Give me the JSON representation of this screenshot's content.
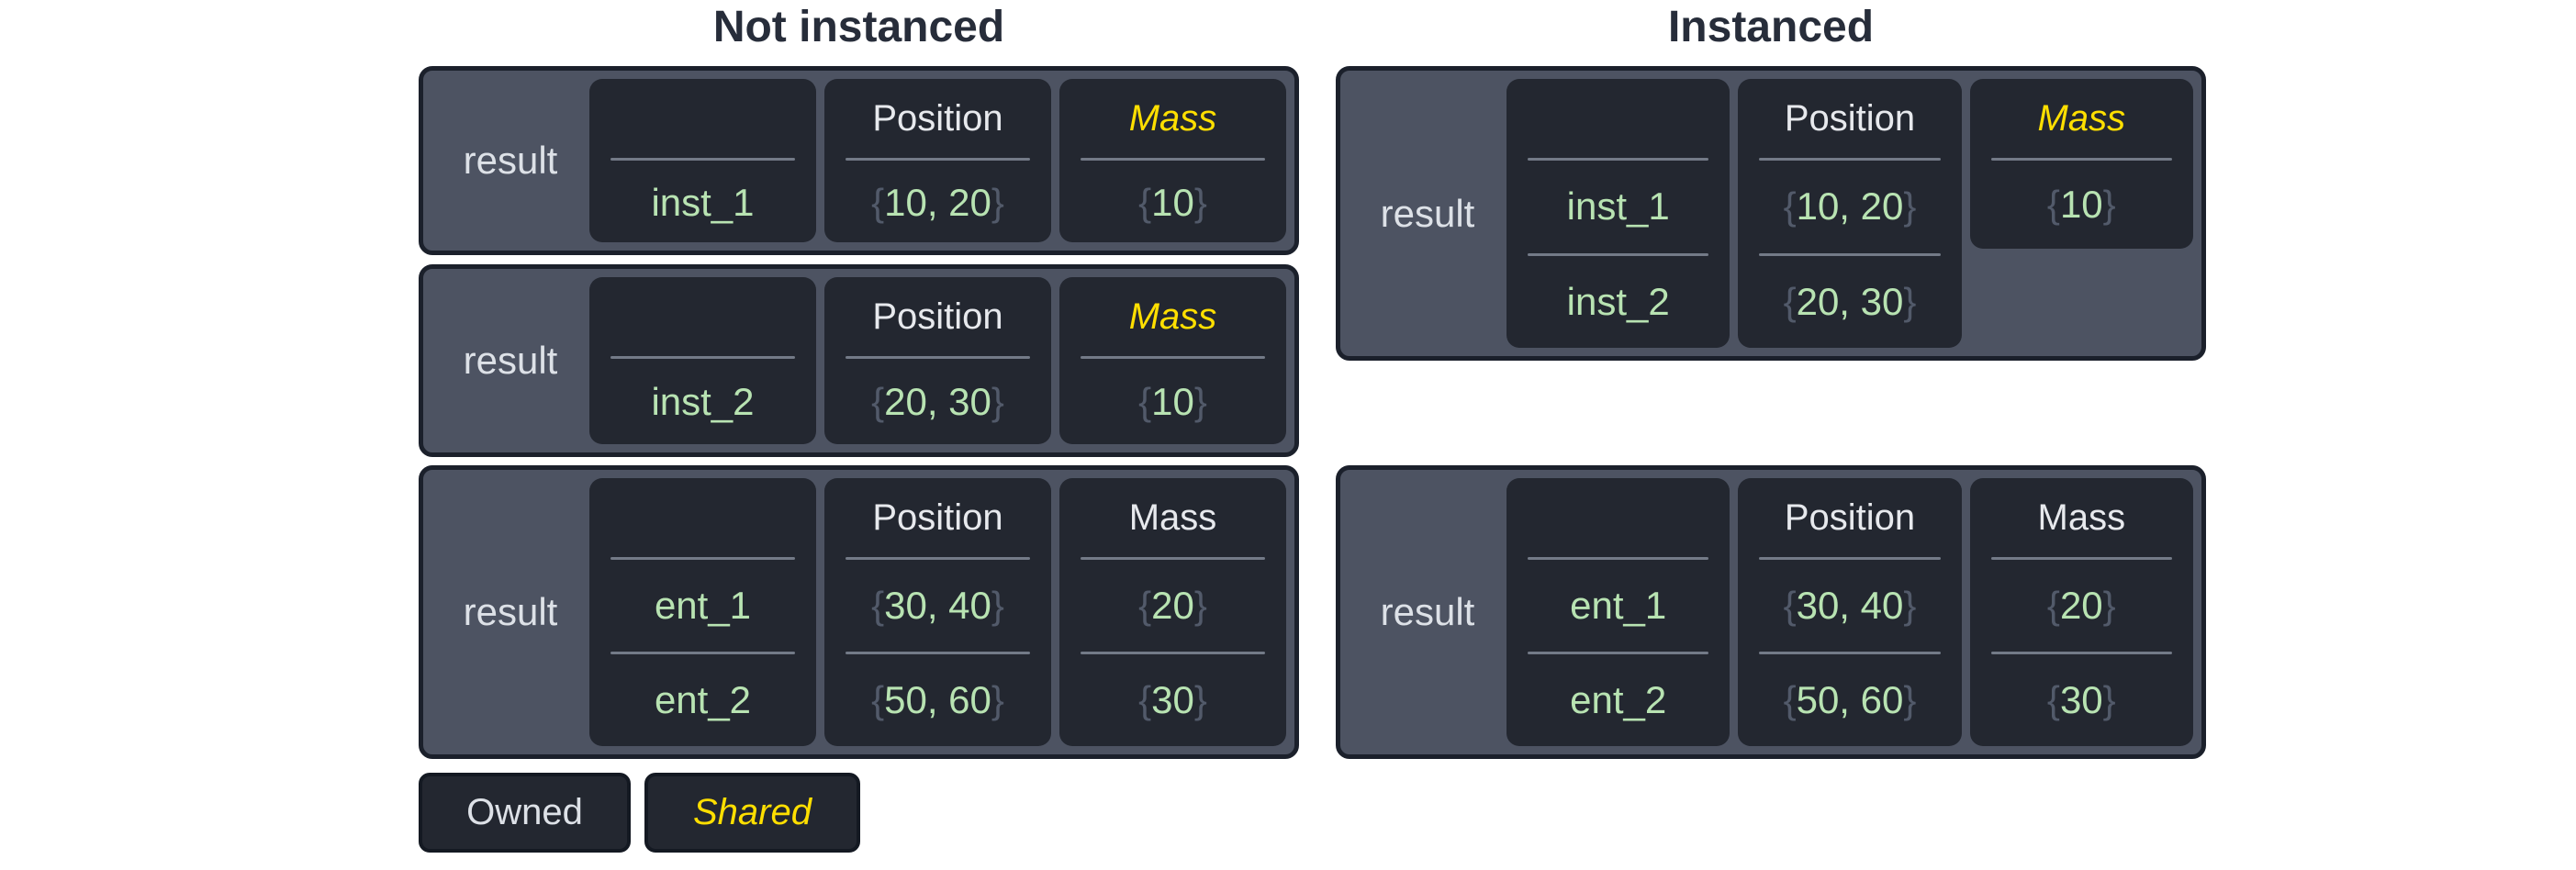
{
  "titles": {
    "not_instanced": "Not instanced",
    "instanced": "Instanced"
  },
  "legend": {
    "owned": "Owned",
    "shared": "Shared"
  },
  "colors": {
    "outer_box_fill": "#4d5362",
    "outer_box_border": "#1b202b",
    "cell_fill": "#232730",
    "value_green": "#b8e3b2",
    "brace_gray": "#525a6a",
    "header_white": "#e7e9ed",
    "shared_yellow": "#ffdf00",
    "result_text": "#dde1e7",
    "separator": "#737a87",
    "title_text": "#272d3a"
  },
  "boxes": [
    {
      "id": "not-instanced-1",
      "result": "result",
      "columns": [
        {
          "kind": "names",
          "header": "",
          "shared": false,
          "values": [
            "inst_1"
          ]
        },
        {
          "kind": "component",
          "header": "Position",
          "shared": false,
          "values": [
            [
              "10",
              "20"
            ]
          ]
        },
        {
          "kind": "component",
          "header": "Mass",
          "shared": true,
          "values": [
            [
              "10"
            ]
          ]
        }
      ]
    },
    {
      "id": "not-instanced-2",
      "result": "result",
      "columns": [
        {
          "kind": "names",
          "header": "",
          "shared": false,
          "values": [
            "inst_2"
          ]
        },
        {
          "kind": "component",
          "header": "Position",
          "shared": false,
          "values": [
            [
              "20",
              "30"
            ]
          ]
        },
        {
          "kind": "component",
          "header": "Mass",
          "shared": true,
          "values": [
            [
              "10"
            ]
          ]
        }
      ]
    },
    {
      "id": "not-instanced-3",
      "result": "result",
      "columns": [
        {
          "kind": "names",
          "header": "",
          "shared": false,
          "values": [
            "ent_1",
            "ent_2"
          ]
        },
        {
          "kind": "component",
          "header": "Position",
          "shared": false,
          "values": [
            [
              "30",
              "40"
            ],
            [
              "50",
              "60"
            ]
          ]
        },
        {
          "kind": "component",
          "header": "Mass",
          "shared": false,
          "values": [
            [
              "20"
            ],
            [
              "30"
            ]
          ]
        }
      ]
    },
    {
      "id": "instanced-1",
      "result": "result",
      "columns": [
        {
          "kind": "names",
          "header": "",
          "shared": false,
          "values": [
            "inst_1",
            "inst_2"
          ]
        },
        {
          "kind": "component",
          "header": "Position",
          "shared": false,
          "values": [
            [
              "10",
              "20"
            ],
            [
              "20",
              "30"
            ]
          ]
        },
        {
          "kind": "component",
          "header": "Mass",
          "shared": true,
          "short": true,
          "values": [
            [
              "10"
            ]
          ]
        }
      ]
    },
    {
      "id": "instanced-2",
      "result": "result",
      "columns": [
        {
          "kind": "names",
          "header": "",
          "shared": false,
          "values": [
            "ent_1",
            "ent_2"
          ]
        },
        {
          "kind": "component",
          "header": "Position",
          "shared": false,
          "values": [
            [
              "30",
              "40"
            ],
            [
              "50",
              "60"
            ]
          ]
        },
        {
          "kind": "component",
          "header": "Mass",
          "shared": false,
          "values": [
            [
              "20"
            ],
            [
              "30"
            ]
          ]
        }
      ]
    }
  ]
}
